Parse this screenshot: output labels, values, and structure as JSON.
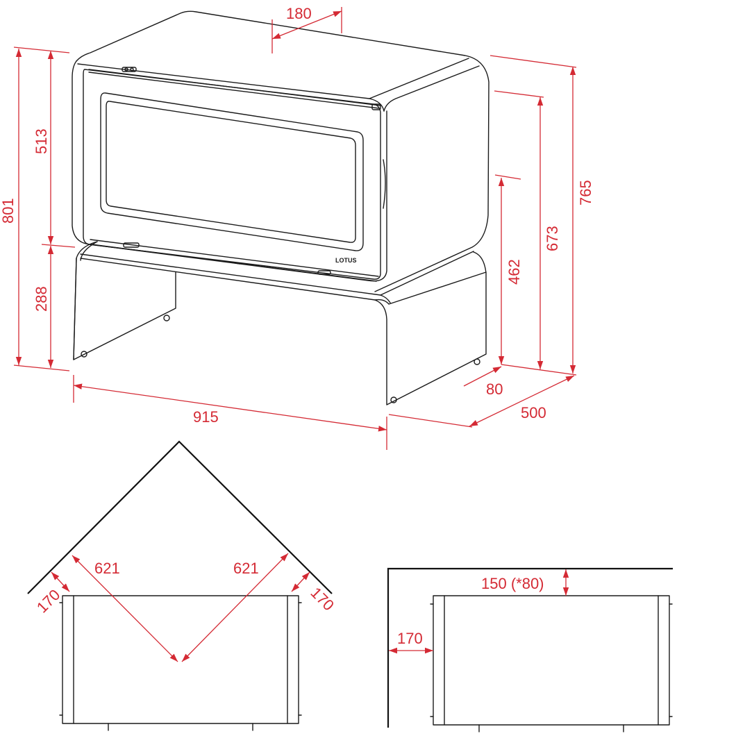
{
  "colors": {
    "dimension": "#d42a34",
    "outline": "#1a1a1a",
    "background": "#ffffff"
  },
  "brand": "LOTUS",
  "elevation_dims": {
    "depth_top": "180",
    "total_height": "801",
    "stove_height": "513",
    "stand_height": "288",
    "width": "915",
    "height_765": "765",
    "height_673": "673",
    "height_462": "462",
    "offset_80": "80",
    "depth_500": "500"
  },
  "corner_plan": {
    "diag_left": "621",
    "diag_right": "621",
    "clear_left": "170",
    "clear_right": "170"
  },
  "wall_plan": {
    "back_clearance": "150 (*80)",
    "side_clearance": "170"
  }
}
